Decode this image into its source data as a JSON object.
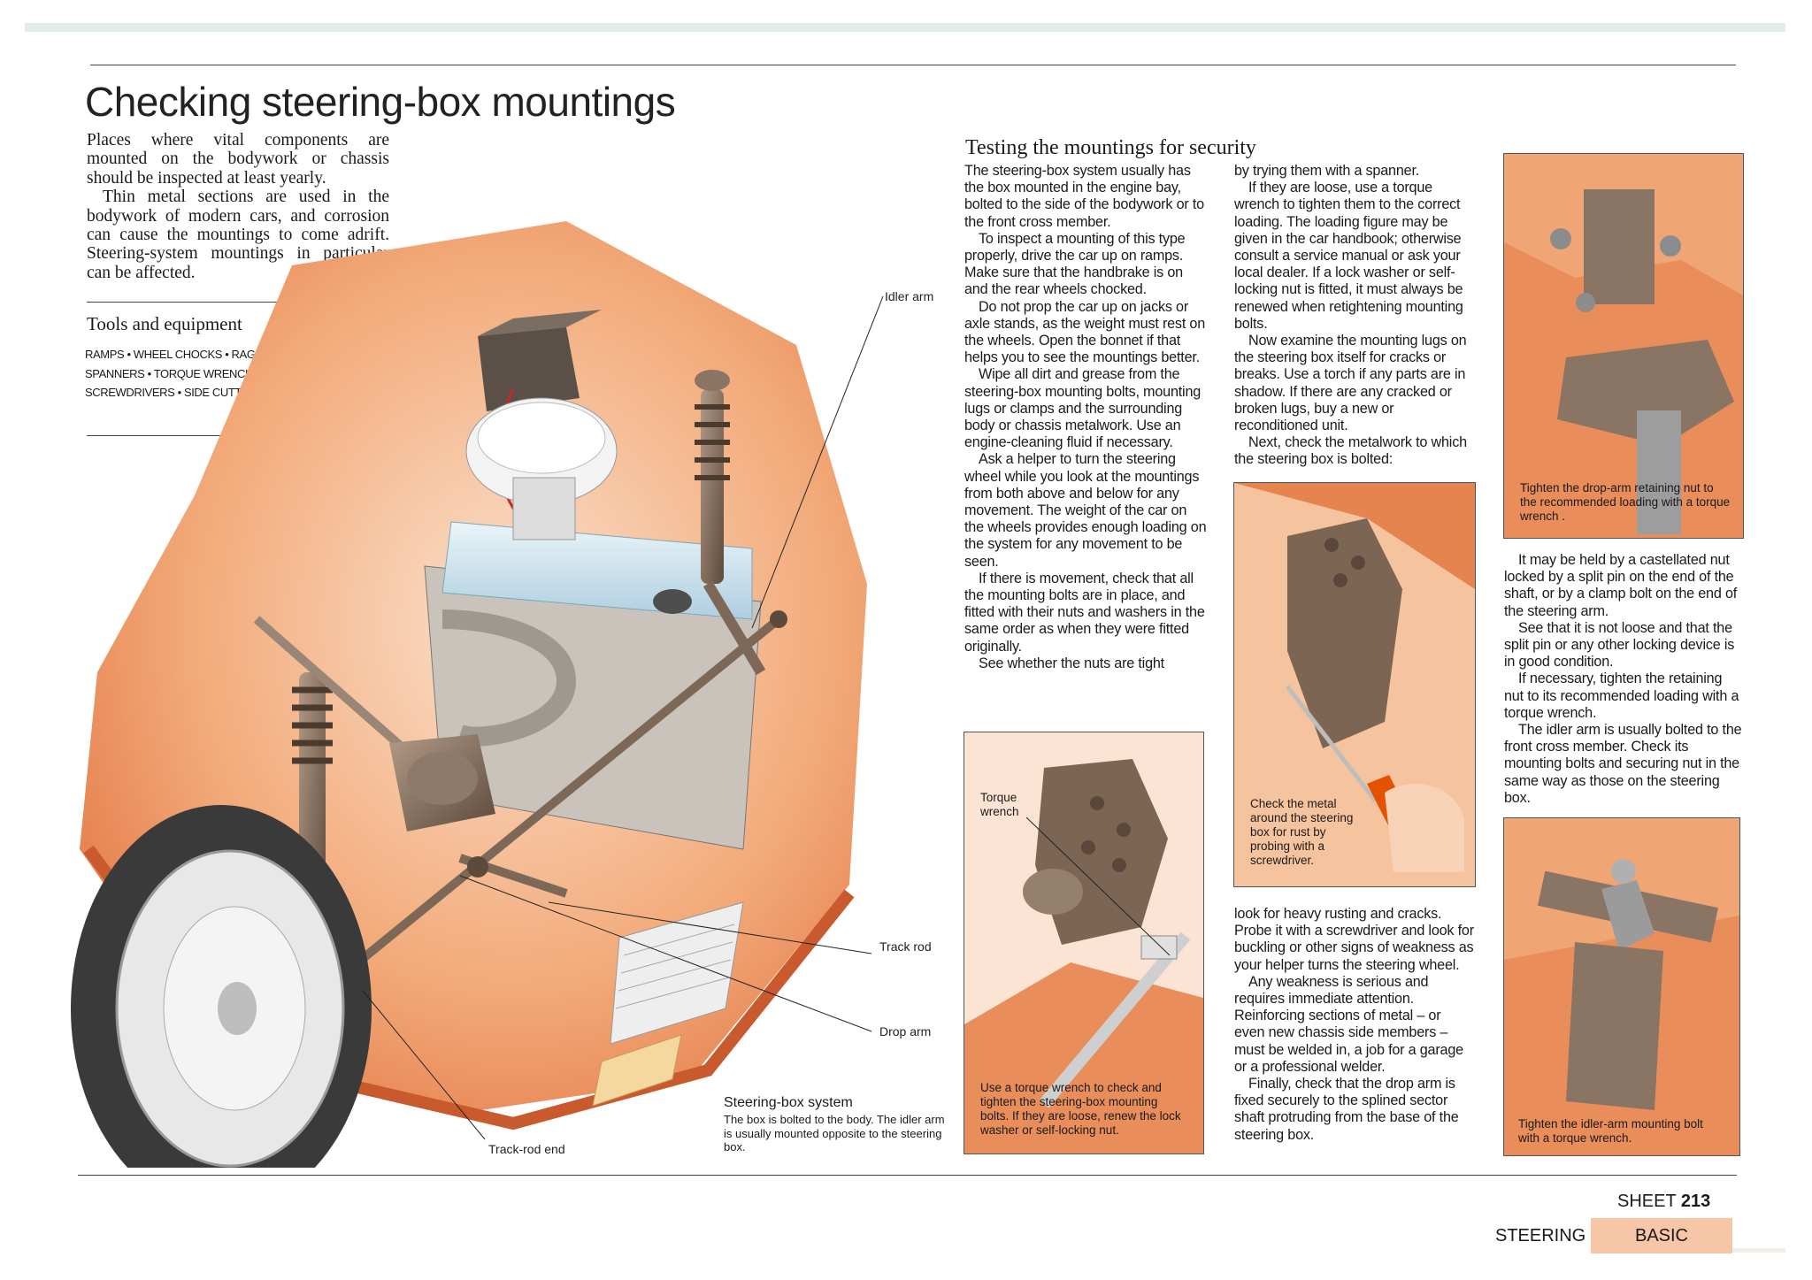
{
  "page": {
    "title": "Checking steering-box mountings",
    "intro": [
      "Places where vital components are mounted on the bodywork or chassis should be inspected at least yearly.",
      "Thin metal sections are used in the bodywork of modern cars, and corrosion can cause the mountings to come adrift. Steering-system mountings in particular can be affected."
    ],
    "tools_heading": "Tools and equipment",
    "tools": "RAMPS  •  WHEEL CHOCKS  •  RAG  •  DEGREASING FLUID  •  SPANNERS  •  TORQUE WRENCH  •  TORCH  •  SCREWDRIVERS  •  SIDE CUTTERS  •  LONG-NOSED PLIERS"
  },
  "illustration": {
    "labels": {
      "idler_arm": "Idler arm",
      "track_rod": "Track rod",
      "drop_arm": "Drop arm",
      "track_rod_end": "Track-rod end"
    },
    "caption_title": "Steering-box system",
    "caption_body": "The box is bolted to the body. The idler arm is usually mounted opposite to the steering box."
  },
  "section": {
    "title": "Testing the mountings for security",
    "col1": [
      "The steering-box system usually has the box mounted in the engine bay, bolted to the side of the bodywork or to the front cross member.",
      "To inspect a mounting of this type properly, drive the car up on ramps. Make sure that the handbrake is on and the rear wheels chocked.",
      "Do not prop the car up on jacks or axle stands, as the weight must rest on the wheels. Open the bonnet if that helps you to see the mountings better.",
      "Wipe all dirt and grease from the steering-box mounting bolts, mounting lugs or clamps and the surrounding body or chassis metalwork. Use an engine-cleaning fluid if necessary.",
      "Ask a helper to turn the steering wheel while you look at the mountings from both above and below for any movement. The weight of the car on the wheels provides enough loading on the system for any movement to be seen.",
      "If there is movement, check that all the mounting bolts are in place, and fitted with their nuts and washers in the same order as when they were fitted originally.",
      "See whether the nuts are tight"
    ],
    "col2": [
      "by trying them with a spanner.",
      "If they are loose, use a torque wrench to tighten them to the correct loading. The loading figure may be given in the car handbook; otherwise consult a service manual or ask your local dealer. If a lock washer or self-locking nut is fitted, it must always be renewed when retightening mounting bolts.",
      "Now examine the mounting lugs on the steering box itself for cracks or breaks. Use a torch if any parts are in shadow. If there are any cracked or broken lugs, buy a new or reconditioned unit.",
      "Next, check the metalwork to which the steering box is bolted:"
    ],
    "col2b": [
      "look for heavy rusting and cracks. Probe it with a screwdriver and look for buckling or other signs of weakness as your helper turns the steering wheel.",
      "Any weakness is serious and requires immediate attention. Reinforcing sections of metal – or even new chassis side members – must be welded in, a job for a garage or a professional welder.",
      "Finally, check that the drop arm is fixed securely to the splined sector shaft protruding from the base of the steering box."
    ],
    "col3": [
      "It may be held by a castellated nut locked by a split pin on the end of the shaft, or by a clamp bolt on the end of the steering arm.",
      "See that it is not loose and that the split pin or any other locking device is in good condition.",
      "If necessary, tighten the retaining nut to its recommended loading with a torque wrench.",
      "The idler arm is usually bolted to the front cross member. Check its mounting bolts and securing nut in the same way as those on the steering box."
    ]
  },
  "figures": {
    "torque_label": "Torque wrench",
    "torque_caption": "Use a torque wrench to check and tighten the steering-box mounting bolts. If they are loose, renew the lock washer or self-locking nut.",
    "probe_caption": "Check the metal around the steering box for rust by probing with a screwdriver.",
    "droparm_caption": "Tighten the drop-arm retaining nut to the recommended loading with a torque wrench .",
    "idler_caption": "Tighten the idler-arm mounting bolt with a torque wrench."
  },
  "footer": {
    "sheet_label": "SHEET",
    "sheet_number": "213",
    "category": "STEERING",
    "level": "BASIC"
  },
  "colors": {
    "body_orange": "#e98d5a",
    "body_light": "#f6c39f",
    "basic_tab": "#f7c6a6",
    "metal": "#8a7463",
    "engine_blue": "#cfe4ee"
  }
}
